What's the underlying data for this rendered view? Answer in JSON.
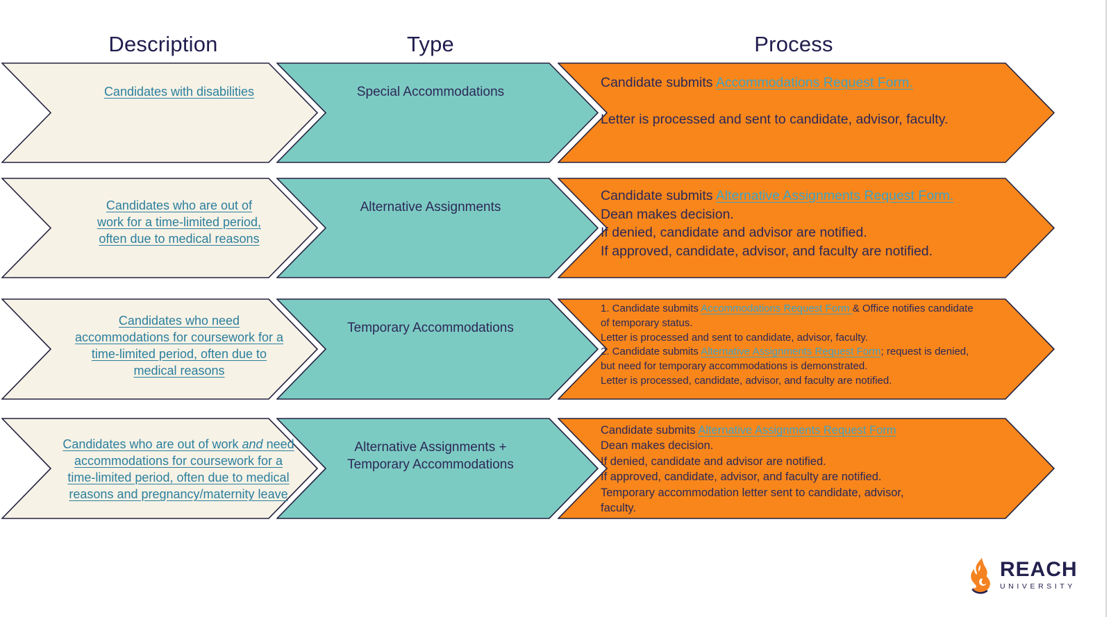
{
  "headers": {
    "description": "Description",
    "type": "Type",
    "process": "Process"
  },
  "colors": {
    "cream": "#F7F2E6",
    "teal": "#7CCBC3",
    "orange": "#F8861B",
    "outline": "#23213F",
    "ink": "#2C2857",
    "headerInk": "#201D4E",
    "linkOnCream": "#2B7F9D",
    "linkOnOrange": "#3FA3C2",
    "logoNavy": "#23214E",
    "flameOrange": "#F58220",
    "edgeGray": "#D9D9D9"
  },
  "rows": [
    {
      "description": {
        "lines": [
          "Candidates with disabilities"
        ]
      },
      "type": {
        "label": "Special Accommodations"
      },
      "process": {
        "step1": {
          "prefix": "Candidate submits ",
          "link": "Accommodations Request Form."
        },
        "step2": "Letter is processed and sent to candidate, advisor, faculty."
      }
    },
    {
      "description": {
        "lines": [
          "Candidates who are out of",
          "work for a time-limited period,",
          "often due to medical reasons"
        ]
      },
      "type": {
        "label": "Alternative Assignments"
      },
      "process": {
        "step1": {
          "prefix": "Candidate submits ",
          "link": "Alternative Assignments Request Form."
        },
        "step2": "Dean makes  decision.",
        "step3": "If denied, candidate and advisor are notified.",
        "step4": "If approved, candidate, advisor, and faculty are notified."
      }
    },
    {
      "description": {
        "lines": [
          "Candidates who need",
          "accommodations for coursework for a",
          "time-limited period, often due to",
          "medical reasons"
        ]
      },
      "type": {
        "label": "Temporary Accommodations"
      },
      "process": {
        "step1": {
          "prefix": "1. Candidate submits ",
          "link": "Accommodations Request  Form ",
          "suffix": "& Office notifies candidate of temporary status."
        },
        "step2": "Letter is processed and sent to candidate, advisor, faculty.",
        "step3": {
          "prefix": "2. Candidate submits ",
          "link": "Alternative Assignments Request Form",
          "suffix": "; request is denied, but need for temporary accommodations is demonstrated."
        },
        "step4": "Letter is processed, candidate, advisor, and  faculty are notified."
      }
    },
    {
      "description": {
        "line1": {
          "pre": "Candidates who are out of work ",
          "italic": "and",
          "post": " need"
        },
        "lines": [
          "accommodations for coursework for a",
          "time-limited period, often due to medical",
          "reasons and pregnancy/maternity leave"
        ]
      },
      "type": {
        "line1": "Alternative Assignments +",
        "line2": "Temporary Accommodations"
      },
      "process": {
        "step1": {
          "prefix": "Candidate submits ",
          "link": "Alternative Assignments  Request Form"
        },
        "step2": "Dean makes decision.",
        "step3": "If denied, candidate and advisor are notified.",
        "step4": "If approved, candidate, advisor, and faculty are notified.",
        "step5": "Temporary accommodation letter sent to candidate, advisor, faculty."
      }
    }
  ],
  "logo": {
    "brand": "REACH",
    "subtitle": "UNIVERSITY"
  }
}
